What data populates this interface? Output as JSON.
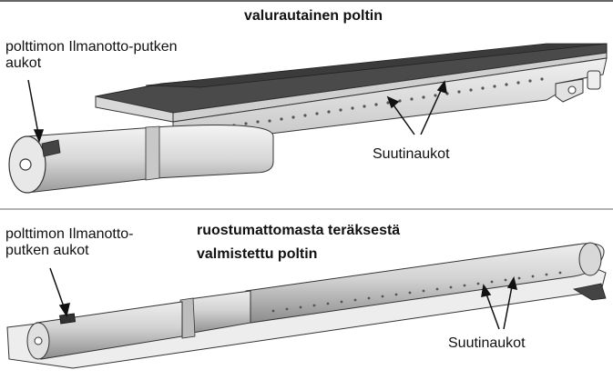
{
  "top_panel": {
    "title": "valurautainen poltin",
    "inlet_label_line1": "polttimon Ilmanotto-putken",
    "inlet_label_line2": "aukot",
    "ports_label": "Suutinaukot"
  },
  "bottom_panel": {
    "title_line1": "ruostumattomasta teräksestä",
    "title_line2": "valmistettu poltin",
    "inlet_label_line1": "polttimon Ilmanotto-",
    "inlet_label_line2": "putken aukot",
    "ports_label": "Suutinaukot"
  }
}
